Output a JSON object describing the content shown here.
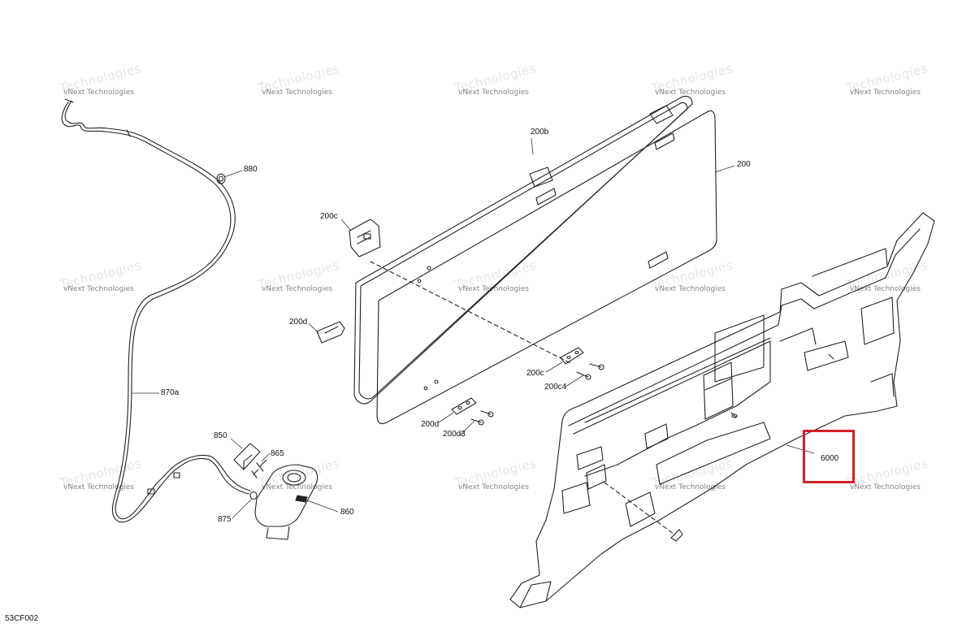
{
  "diagram": {
    "reference_code": "53CF002",
    "highlight_color": "#d6202a",
    "watermark": {
      "line1": "vNext",
      "line2": "Technologies",
      "full": "vNext Technologies"
    },
    "callouts": {
      "p880": "880",
      "p870a": "870a",
      "p850": "850",
      "p865": "865",
      "p875": "875",
      "p860": "860",
      "p200": "200",
      "p200b": "200b",
      "p200c_top": "200c",
      "p200d_left": "200d",
      "p200c_mid": "200c",
      "p200c4": "200c4",
      "p200d_bottom": "200d",
      "p200d3": "200d3",
      "p6000": "6000"
    }
  }
}
